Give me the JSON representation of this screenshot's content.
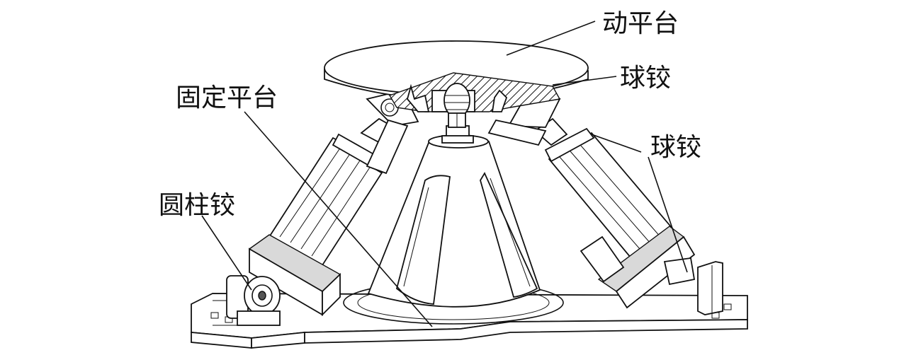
{
  "labels": {
    "moving_platform": "动平台",
    "ball_joint_top": "球铰",
    "fixed_platform": "固定平台",
    "ball_joint_right": "球铰",
    "cylindrical_joint": "圆柱铰"
  },
  "colors": {
    "line": "#111111",
    "fill": "#ffffff",
    "shade": "#d9d9d9",
    "hatch": "#555555"
  }
}
